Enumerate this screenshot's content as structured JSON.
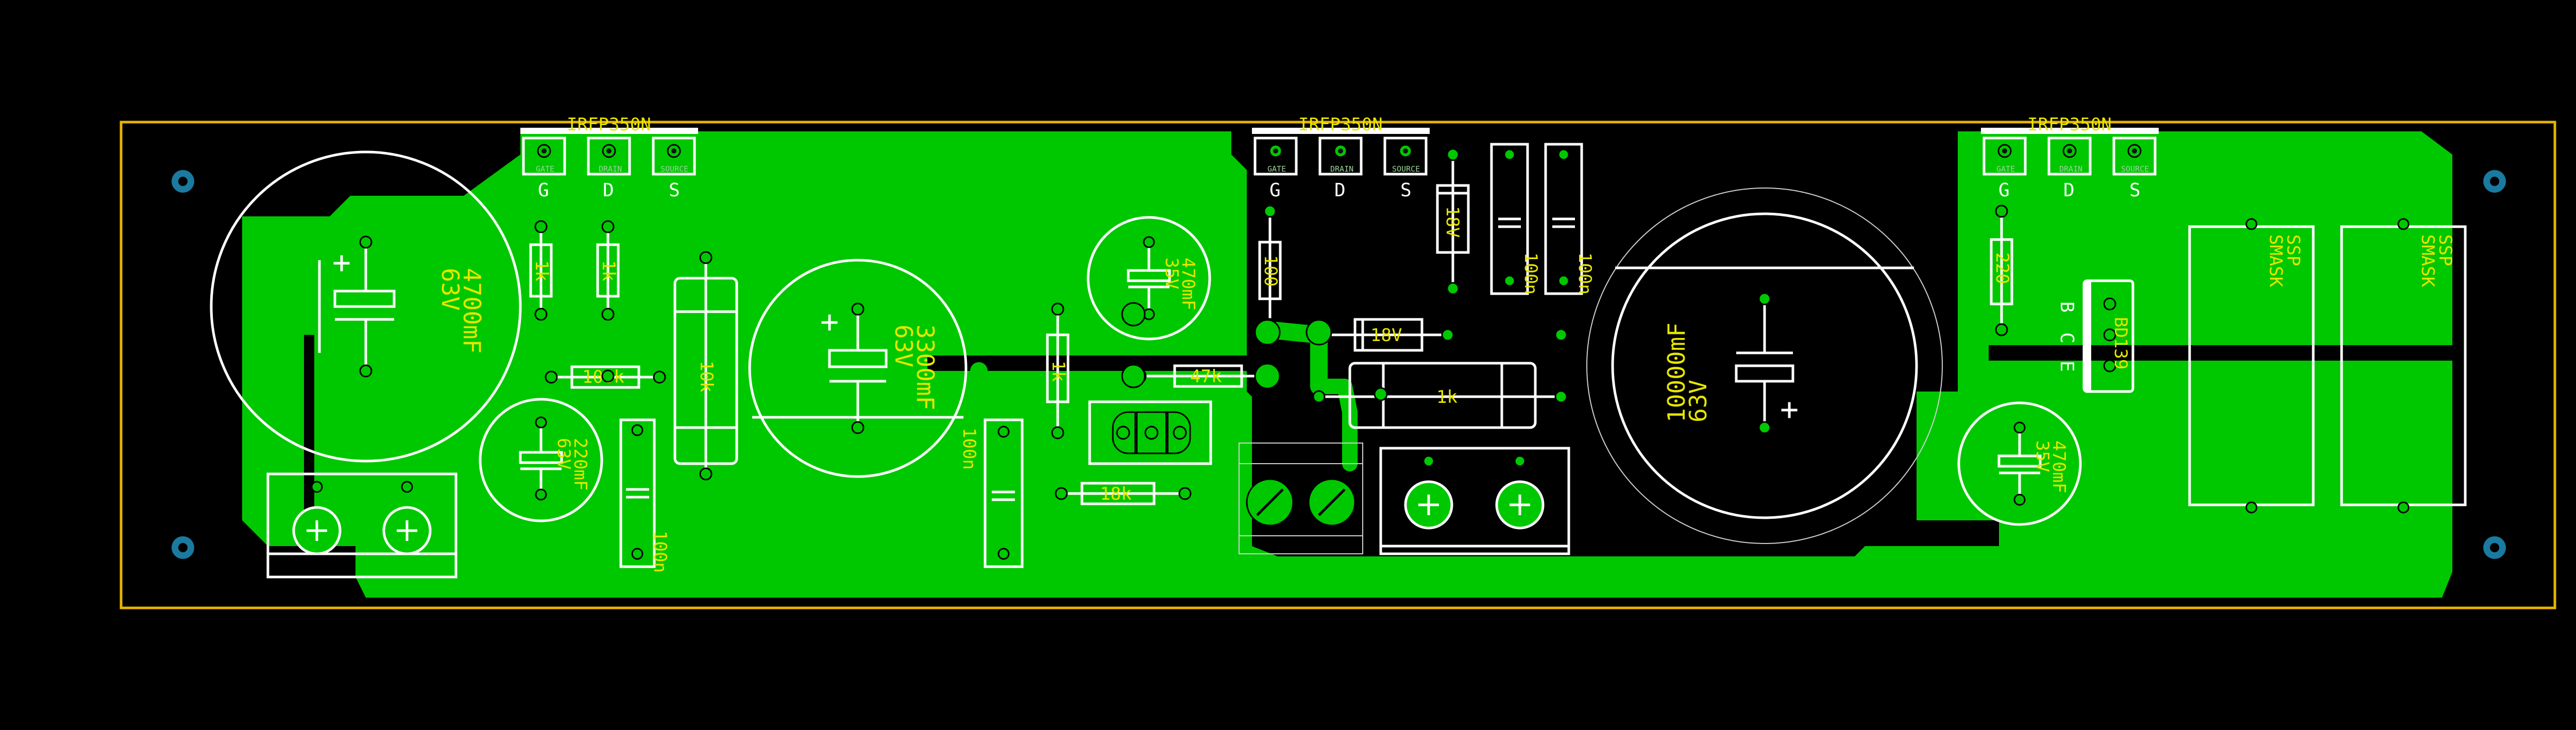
{
  "board": {
    "colors": {
      "background": "#000000",
      "copper": "#00c800",
      "silkscreen": "#ffffff",
      "label": "#e6e600",
      "outline": "#e8b400",
      "mounting_hole": "#1a7aa0"
    }
  },
  "transistors": [
    {
      "part": "IRFP350N",
      "pins": [
        "G",
        "D",
        "S"
      ],
      "pin_tags": [
        "GATE",
        "DRAIN",
        "SOURCE"
      ]
    },
    {
      "part": "IRFP350N",
      "pins": [
        "G",
        "D",
        "S"
      ],
      "pin_tags": [
        "GATE",
        "DRAIN",
        "SOURCE"
      ]
    },
    {
      "part": "IRFP350N",
      "pins": [
        "G",
        "D",
        "S"
      ],
      "pin_tags": [
        "GATE",
        "DRAIN",
        "SOURCE"
      ]
    }
  ],
  "capacitors": {
    "c4700": {
      "value": "4700mF",
      "voltage": "63V"
    },
    "c3300": {
      "value": "3300mF",
      "voltage": "63V"
    },
    "c10000": {
      "value": "10000mF",
      "voltage": "63V"
    },
    "c220": {
      "value": "220mF",
      "voltage": "63V"
    },
    "c470a": {
      "value": "470mF",
      "voltage": "35V"
    },
    "c470b": {
      "value": "470mF",
      "voltage": "35V"
    },
    "c100a": "100n",
    "c100b": "100n",
    "c100c": "100n",
    "c100d": "100n"
  },
  "resistors": {
    "r1k_a": "1k",
    "r1k_b": "1k",
    "r100k": "100k",
    "r10k": "10k",
    "r1k_c": "1k",
    "r47k": "47k",
    "r18k": "18k",
    "r100": "100",
    "r1k_big": "1k",
    "r220": "220"
  },
  "diodes": {
    "z18a": "18V",
    "z18b": "18V"
  },
  "bd139": {
    "part": "BD139",
    "pins": [
      "B",
      "C",
      "E"
    ]
  },
  "ssr": [
    {
      "line1": "SSP",
      "line2": "SMASK"
    },
    {
      "line1": "SSP",
      "line2": "SMASK"
    }
  ]
}
